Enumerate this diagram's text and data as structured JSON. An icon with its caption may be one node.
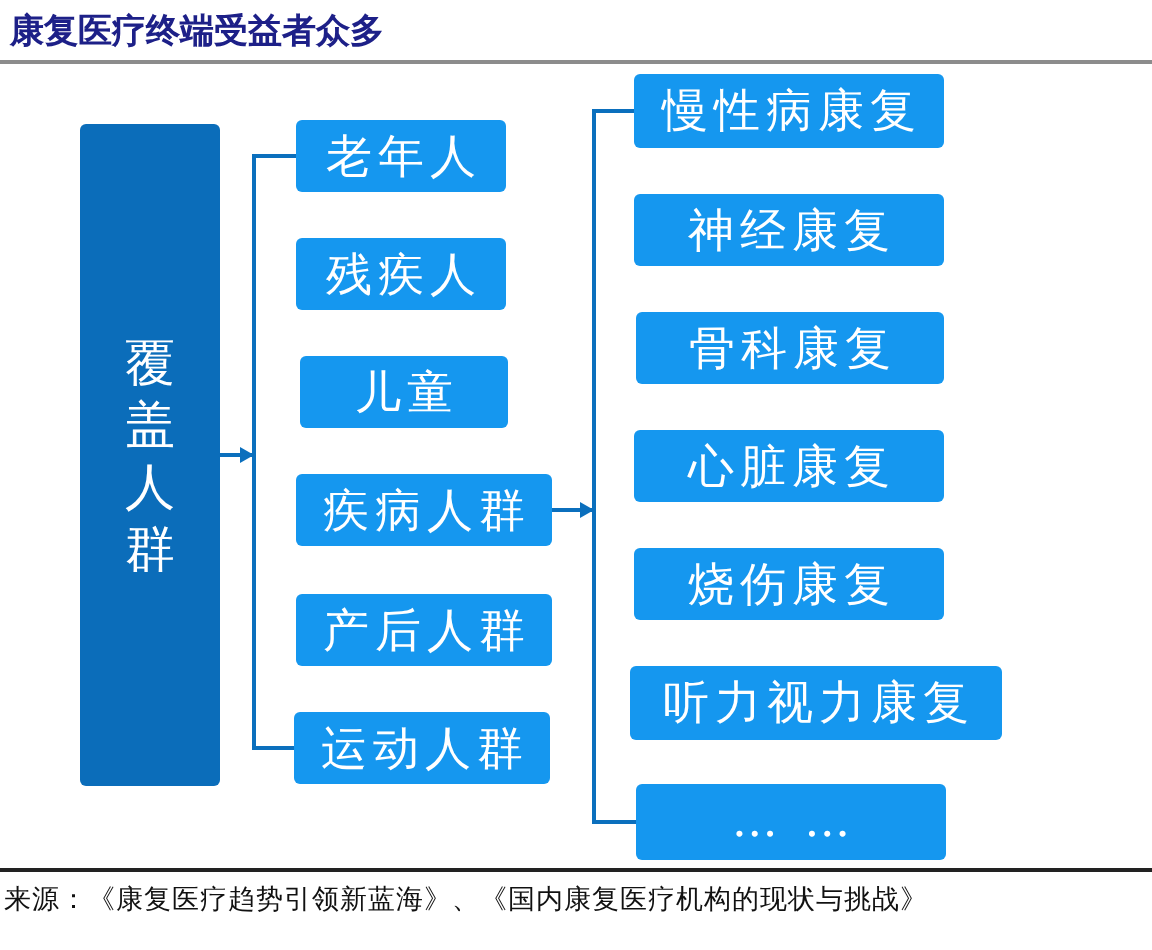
{
  "diagram": {
    "title": "康复医疗终端受益者众多",
    "nodes": [
      {
        "text": [
          "覆盖人群"
        ]
      },
      {
        "text": [
          "老年人"
        ]
      },
      {
        "text": [
          "残疾人"
        ]
      },
      {
        "text": [
          "儿童"
        ]
      },
      {
        "text": [
          "疾病人群"
        ]
      },
      {
        "text": [
          "产后人群"
        ]
      },
      {
        "text": [
          "运动人群"
        ]
      },
      {
        "text": [
          "慢性病康复"
        ]
      },
      {
        "text": [
          "神经康复"
        ]
      },
      {
        "text": [
          "骨科康复"
        ]
      },
      {
        "text": [
          "心脏康复"
        ]
      },
      {
        "text": [
          "烧伤康复"
        ]
      },
      {
        "text": [
          "听力视力康复"
        ]
      },
      {
        "text": [
          "… …"
        ]
      }
    ],
    "edges": [
      {
        "from": 0,
        "to": 1,
        "arrow": "to"
      },
      {
        "from": 0,
        "to": 6,
        "arrow": "to"
      },
      {
        "from": 4,
        "to": 7,
        "arrow": "to"
      },
      {
        "from": 4,
        "to": 13,
        "arrow": "to"
      }
    ],
    "caption": "来源：《康复医疗趋势引领新蓝海》、《国内康复医疗机构的现状与挑战》"
  }
}
